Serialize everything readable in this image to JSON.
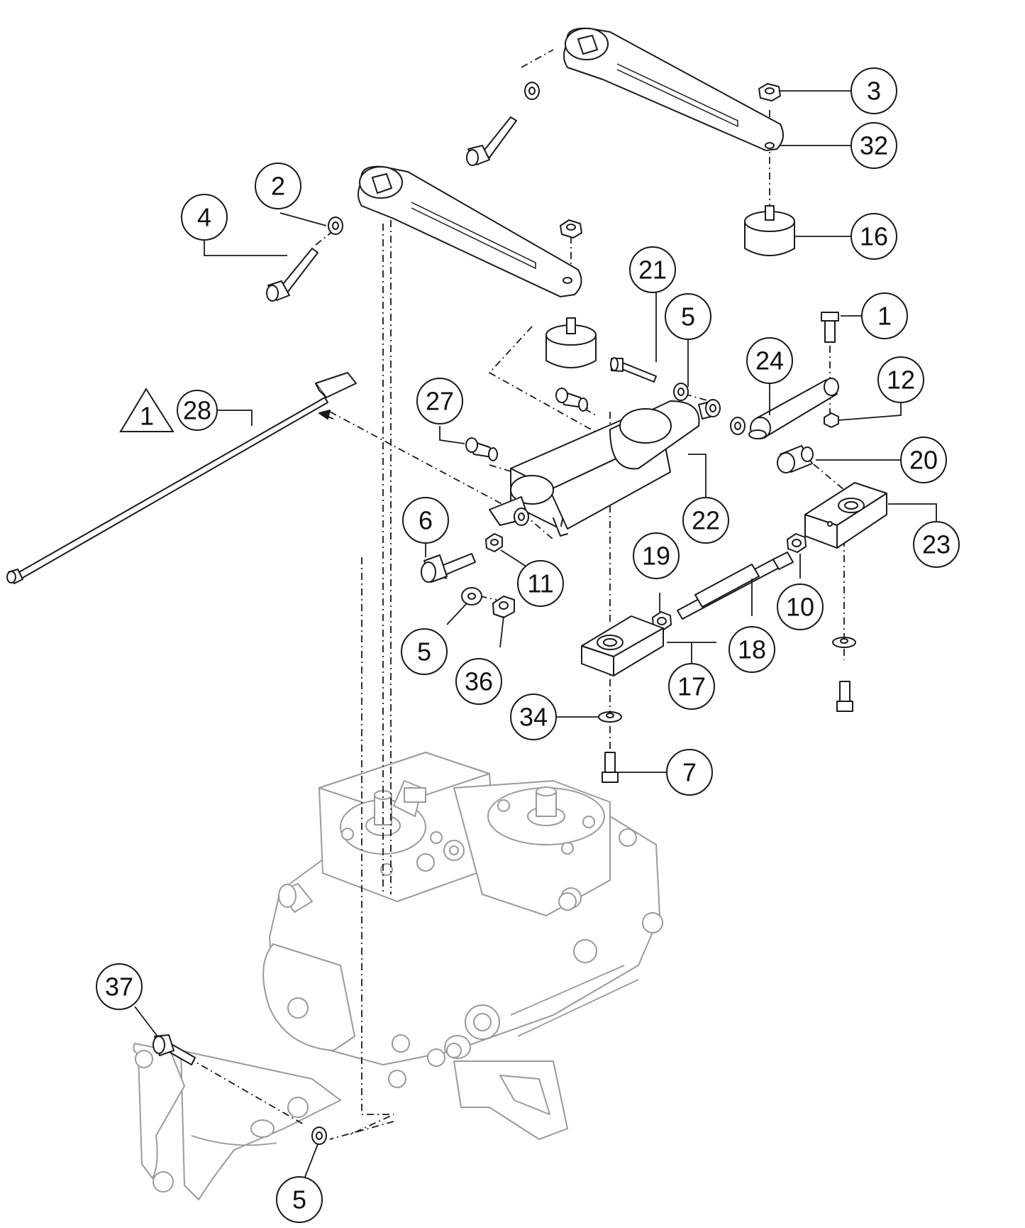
{
  "warning": {
    "label": "1"
  },
  "callouts": [
    {
      "id": "c3",
      "label": "3"
    },
    {
      "id": "c32",
      "label": "32"
    },
    {
      "id": "c16",
      "label": "16"
    },
    {
      "id": "c2",
      "label": "2"
    },
    {
      "id": "c4",
      "label": "4"
    },
    {
      "id": "c21",
      "label": "21"
    },
    {
      "id": "c5a",
      "label": "5"
    },
    {
      "id": "c1",
      "label": "1"
    },
    {
      "id": "c24",
      "label": "24"
    },
    {
      "id": "c12",
      "label": "12"
    },
    {
      "id": "c27",
      "label": "27"
    },
    {
      "id": "c28",
      "label": "28"
    },
    {
      "id": "c20",
      "label": "20"
    },
    {
      "id": "c22",
      "label": "22"
    },
    {
      "id": "c23",
      "label": "23"
    },
    {
      "id": "c6",
      "label": "6"
    },
    {
      "id": "c11",
      "label": "11"
    },
    {
      "id": "c19",
      "label": "19"
    },
    {
      "id": "c10",
      "label": "10"
    },
    {
      "id": "c5b",
      "label": "5"
    },
    {
      "id": "c36",
      "label": "36"
    },
    {
      "id": "c18",
      "label": "18"
    },
    {
      "id": "c17",
      "label": "17"
    },
    {
      "id": "c34",
      "label": "34"
    },
    {
      "id": "c7",
      "label": "7"
    },
    {
      "id": "c37",
      "label": "37"
    },
    {
      "id": "c5c",
      "label": "5"
    }
  ]
}
